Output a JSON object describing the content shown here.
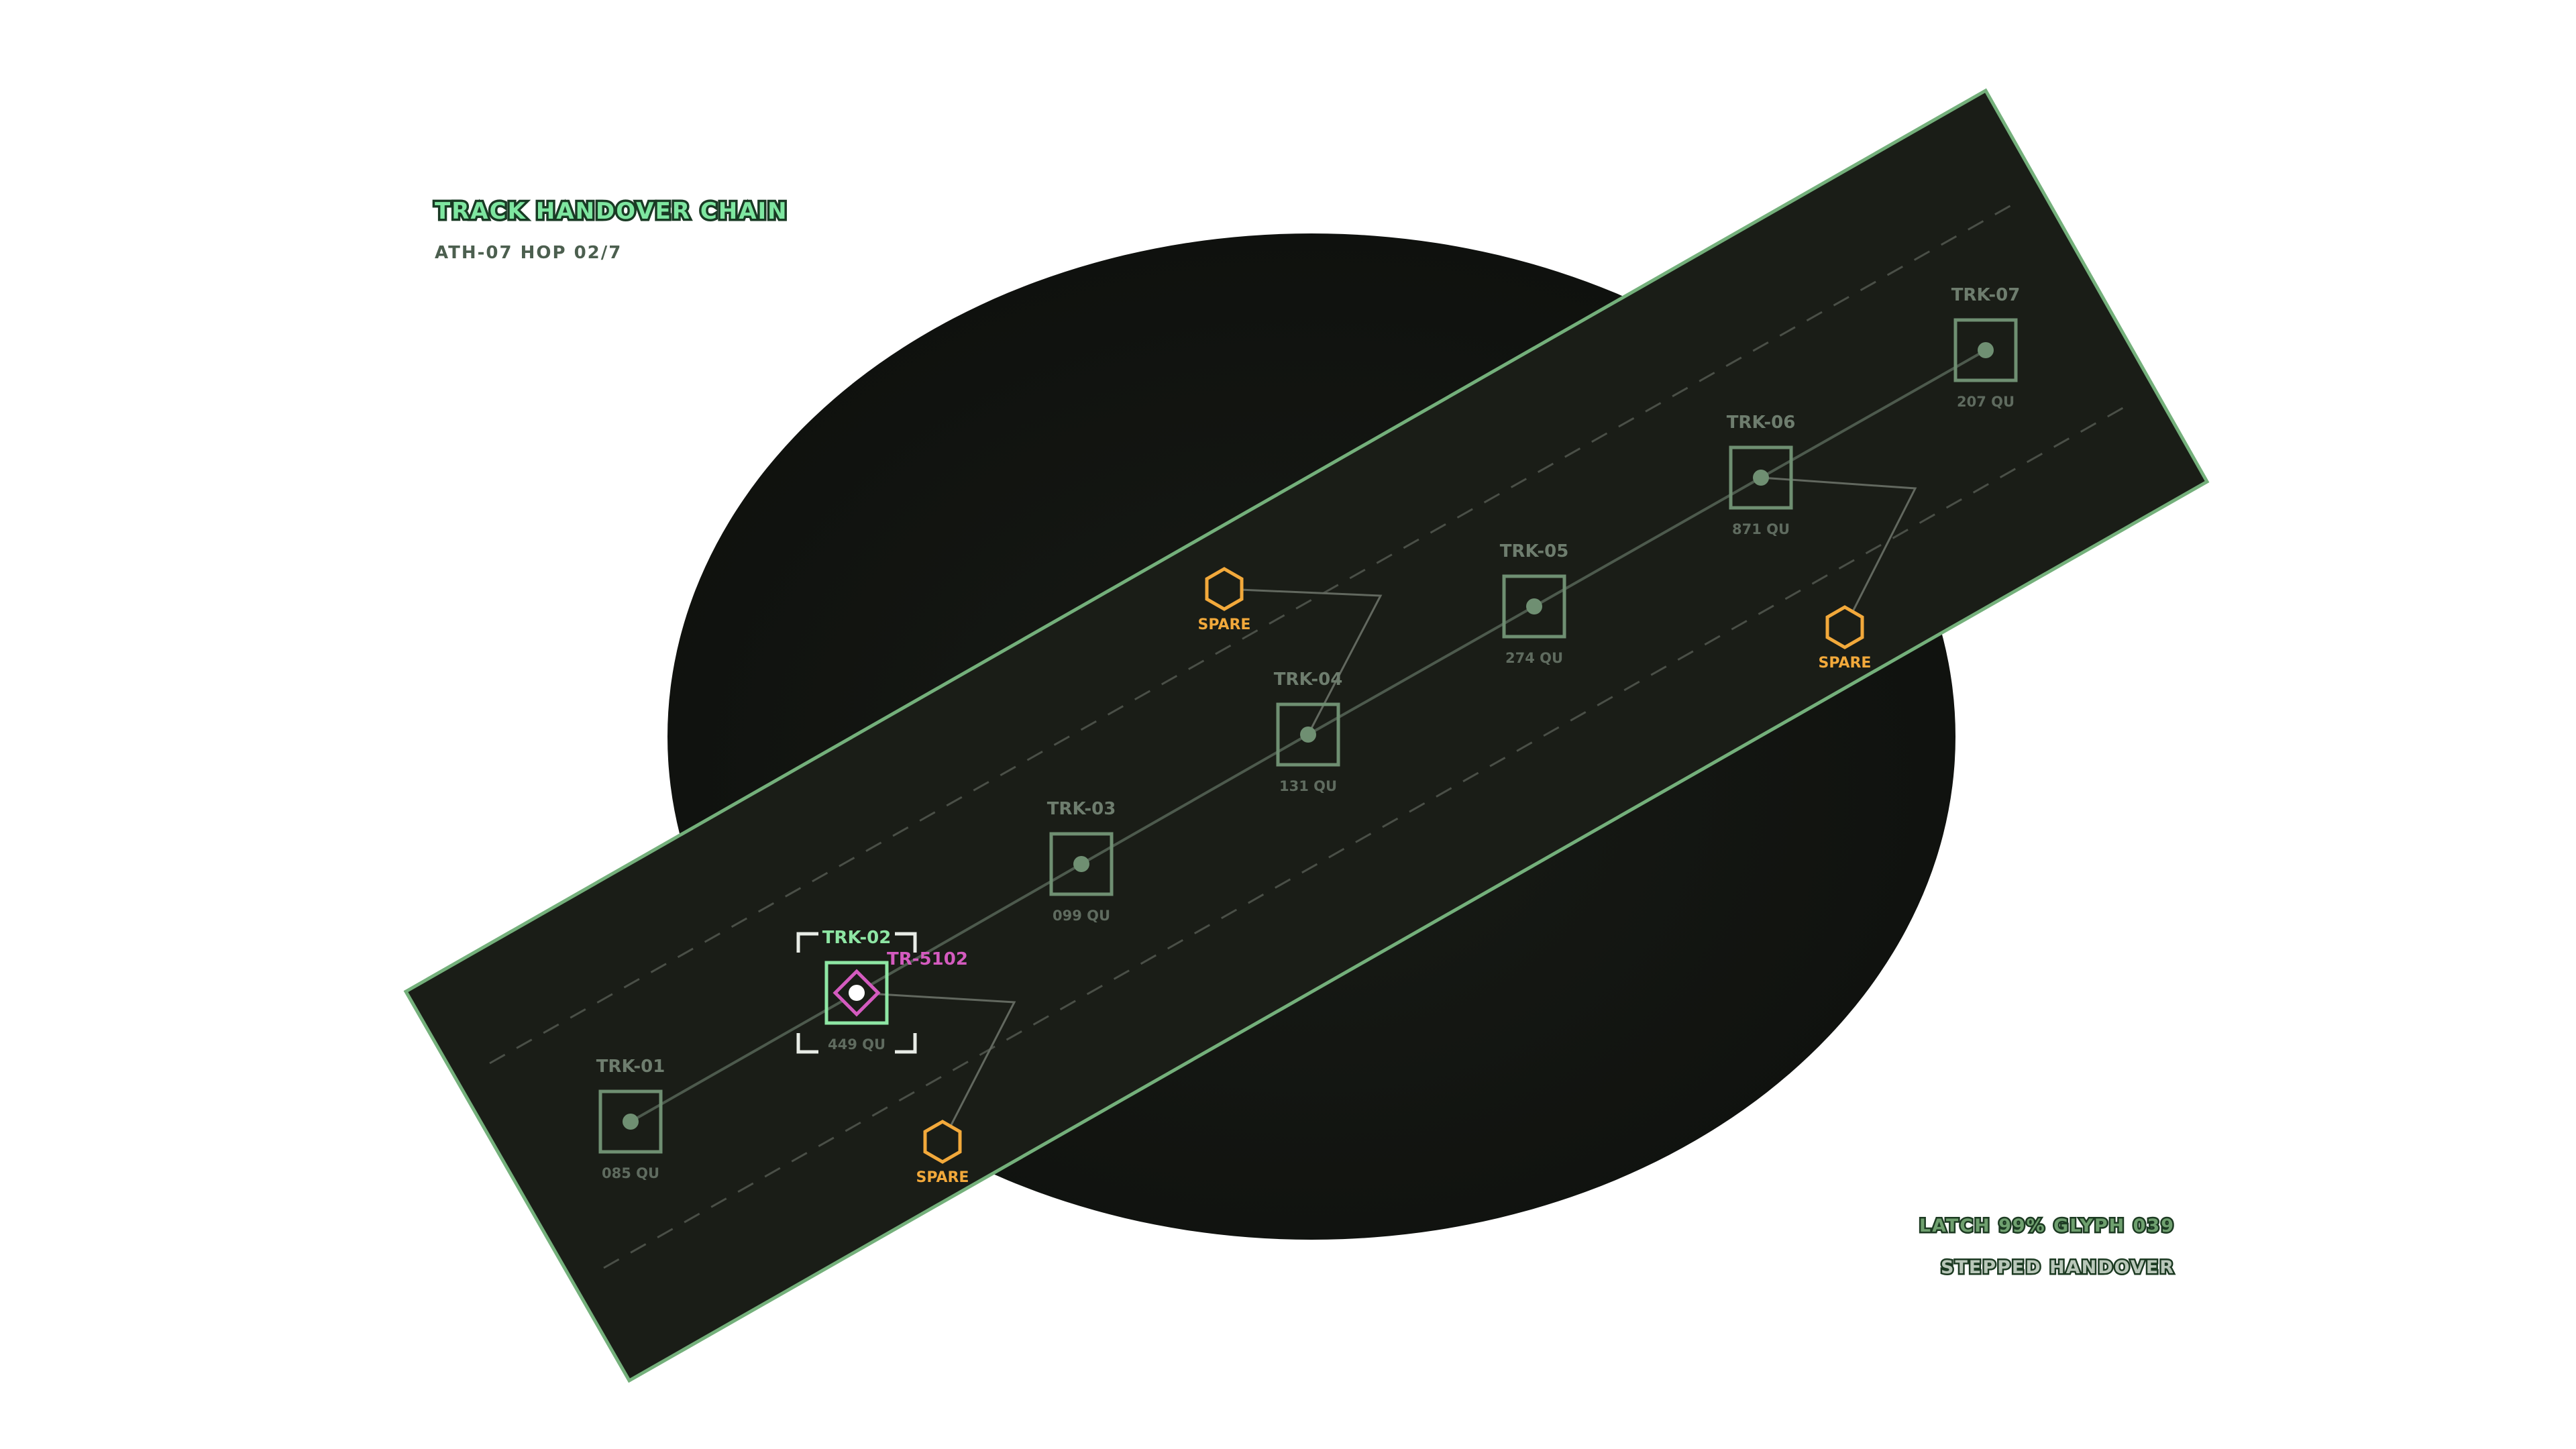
{
  "header": {
    "title": "TRACK HANDOVER CHAIN",
    "subtitle": "ATH-07  HOP 02/7"
  },
  "footer": {
    "status": "LATCH 99%  GLYPH 039",
    "mode": "STEPPED HANDOVER"
  },
  "colors": {
    "accent": "#8ee6a4",
    "node_stroke": "#6f8f72",
    "spare": "#f2a93b",
    "target": "#d45bbf",
    "band_fill": "#1a1d17",
    "planet_fill": "#121410"
  },
  "nodes": [
    {
      "id": "TRK-01",
      "value": "085 QU",
      "active": false
    },
    {
      "id": "TRK-02",
      "value": "449 QU",
      "active": true
    },
    {
      "id": "TRK-03",
      "value": "099 QU",
      "active": false
    },
    {
      "id": "TRK-04",
      "value": "131 QU",
      "active": false
    },
    {
      "id": "TRK-05",
      "value": "274 QU",
      "active": false
    },
    {
      "id": "TRK-06",
      "value": "871 QU",
      "active": false
    },
    {
      "id": "TRK-07",
      "value": "207 QU",
      "active": false
    }
  ],
  "target": {
    "label": "TR-5102",
    "icon": "diamond-target-icon"
  },
  "spares": [
    {
      "label": "SPARE",
      "icon": "hexagon-icon"
    },
    {
      "label": "SPARE",
      "icon": "hexagon-icon"
    },
    {
      "label": "SPARE",
      "icon": "hexagon-icon"
    }
  ]
}
